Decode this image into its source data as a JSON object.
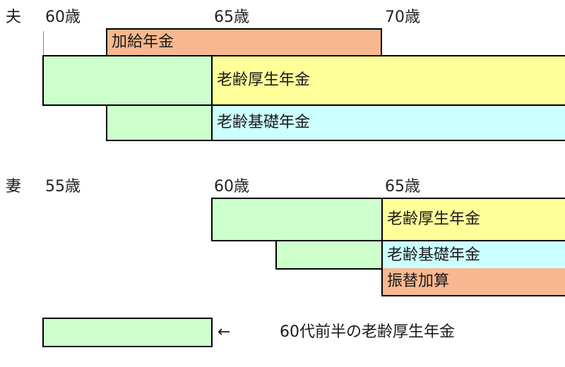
{
  "husband": {
    "label": "夫",
    "ages": [
      "60歳",
      "65歳",
      "70歳"
    ],
    "bars": {
      "kakyu": "加給年金",
      "kosei": "老齢厚生年金",
      "kiso": "老齢基礎年金"
    }
  },
  "wife": {
    "label": "妻",
    "ages": [
      "55歳",
      "60歳",
      "65歳"
    ],
    "bars": {
      "kosei": "老齢厚生年金",
      "kiso": "老齢基礎年金",
      "furikae": "振替加算"
    }
  },
  "legend": {
    "arrow": "←",
    "text": "60代前半の老齢厚生年金"
  },
  "colors": {
    "early_kosei": "#ccffcc",
    "kakyu": "#f8b88f",
    "kosei": "#ffff99",
    "kiso": "#ccffff",
    "furikae": "#f8b88f"
  }
}
